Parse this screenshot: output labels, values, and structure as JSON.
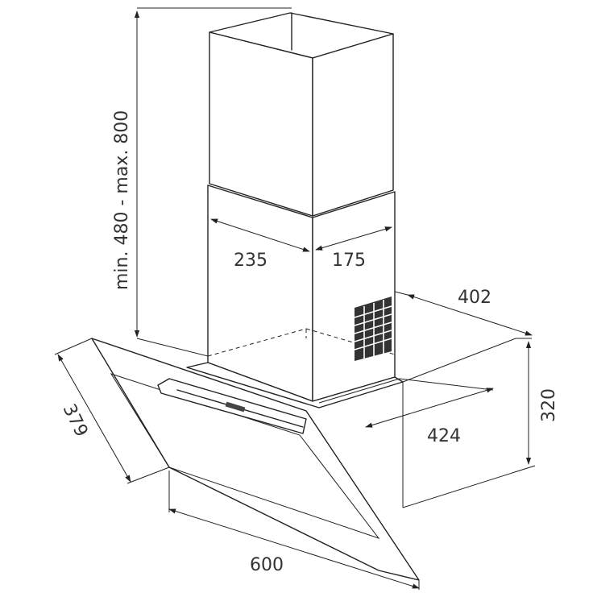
{
  "dimensions": {
    "height_range": "min. 480 - max. 800",
    "chimney_width": "235",
    "chimney_depth": "175",
    "hood_depth_top": "402",
    "hood_height": "320",
    "hood_depth_bottom": "424",
    "glass_depth": "379",
    "hood_width": "600"
  }
}
